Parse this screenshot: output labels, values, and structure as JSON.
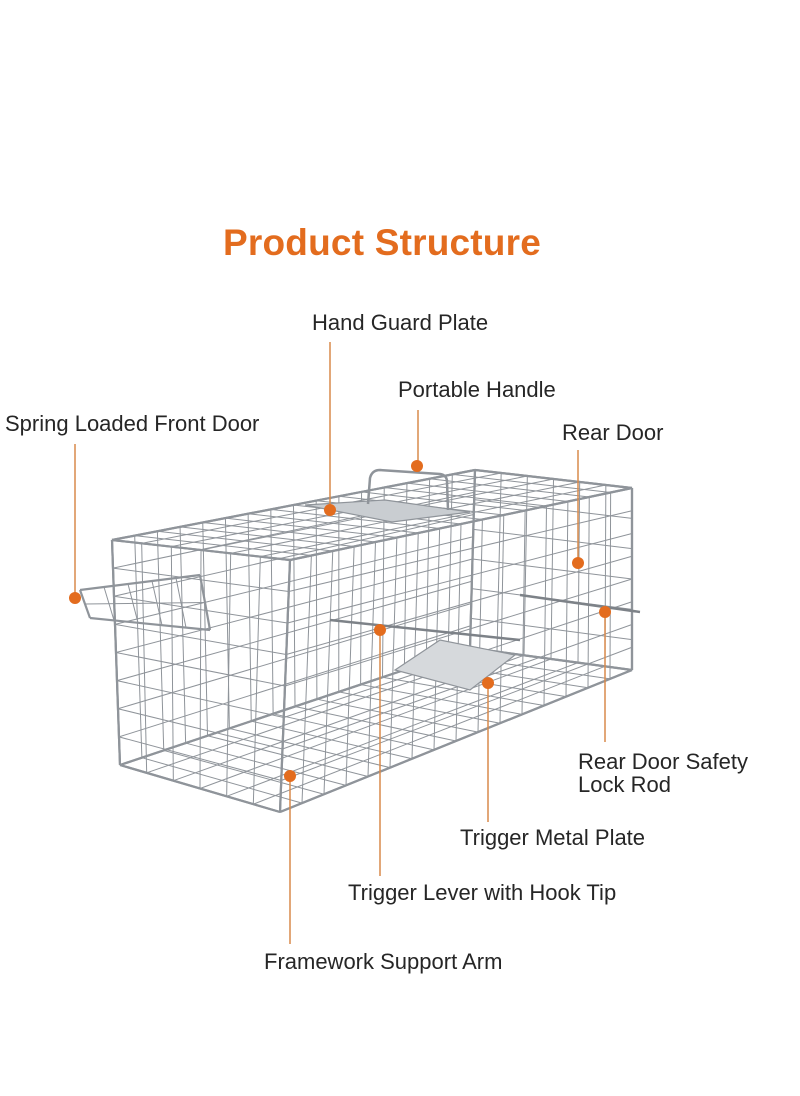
{
  "title": "Product Structure",
  "accent_color": "#e36c1e",
  "leader_color": "#d98a4b",
  "wire_color": "#8f949a",
  "labels": {
    "hand_guard_plate": "Hand Guard Plate",
    "portable_handle": "Portable Handle",
    "front_door": "Spring Loaded Front Door",
    "rear_door": "Rear Door",
    "rear_lock_line1": "Rear Door Safety",
    "rear_lock_line2": "Lock Rod",
    "trigger_plate": "Trigger Metal Plate",
    "trigger_lever": "Trigger Lever with Hook Tip",
    "support_arm": "Framework Support Arm"
  }
}
